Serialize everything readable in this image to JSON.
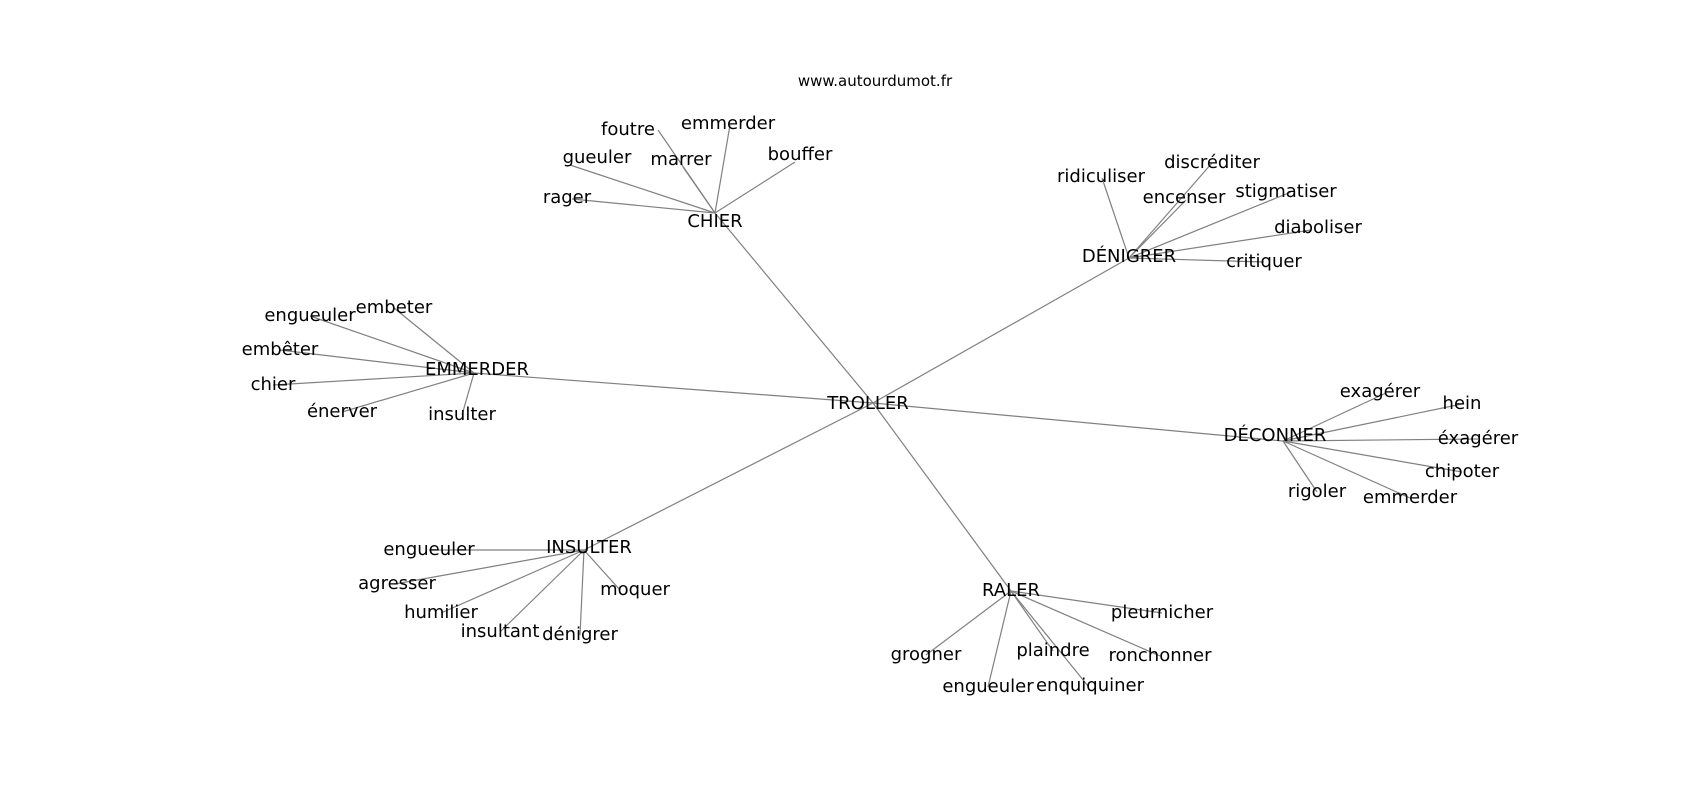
{
  "source_text": "www.autourdumot.fr",
  "graph": {
    "center": "TROLLER",
    "clusters": [
      {
        "hub": "CHIER",
        "words": [
          "foutre",
          "emmerder",
          "gueuler",
          "marrer",
          "bouffer",
          "rager"
        ]
      },
      {
        "hub": "DÉNIGRER",
        "words": [
          "ridiculiser",
          "discréditer",
          "encenser",
          "stigmatiser",
          "diaboliser",
          "critiquer"
        ]
      },
      {
        "hub": "EMMERDER",
        "words": [
          "embeter",
          "engueuler",
          "embêter",
          "chier",
          "énerver",
          "insulter"
        ]
      },
      {
        "hub": "DÉCONNER",
        "words": [
          "exagérer",
          "hein",
          "éxagérer",
          "chipoter",
          "rigoler",
          "emmerder"
        ]
      },
      {
        "hub": "INSULTER",
        "words": [
          "engueuler",
          "agresser",
          "moquer",
          "humilier",
          "insultant",
          "dénigrer"
        ]
      },
      {
        "hub": "RALER",
        "words": [
          "pleurnicher",
          "plaindre",
          "ronchonner",
          "grogner",
          "engueuler",
          "enquiquiner"
        ]
      }
    ]
  }
}
